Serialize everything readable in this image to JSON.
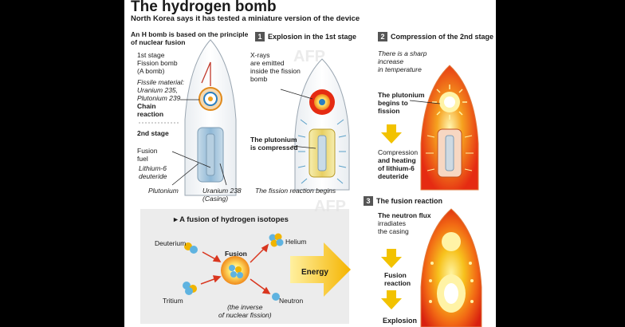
{
  "header": {
    "title": "The hydrogen bomb",
    "subtitle": "North Korea says it has tested a miniature version of the device"
  },
  "intro": {
    "heading_line1": "An H bomb is based on the principle",
    "heading_line2": "of nuclear fusion",
    "stage1_label": "1st stage",
    "fission_line1": "Fission bomb",
    "fission_line2": "(A bomb)",
    "material_line1": "Fissile material:",
    "material_line2": "Uranium 235,",
    "material_line3": "Plutonium 239",
    "chain_line1": "Chain",
    "chain_line2": "reaction",
    "stage2_label": "2nd stage",
    "fuel_line1": "Fusion",
    "fuel_line2": "fuel",
    "lithium_line1": "Lithium-6",
    "lithium_line2": "deuteride",
    "plutonium": "Plutonium",
    "uranium_line1": "Uranium 238",
    "uranium_line2": "(Casing)"
  },
  "step1": {
    "number": "1",
    "title": "Explosion in the 1st stage",
    "xray_line1": "X-rays",
    "xray_line2": "are emitted",
    "xray_line3": "inside the fission",
    "xray_line4": "bomb",
    "plut_line1": "The plutonium",
    "plut_line2": "is compressed",
    "caption": "The fission reaction begins"
  },
  "step2": {
    "number": "2",
    "title": "Compression of the 2nd stage",
    "temp_line1": "There is a sharp",
    "temp_line2": "increase",
    "temp_line3": "in temperature",
    "plut_line1": "The plutonium",
    "plut_line2": "begins to",
    "plut_line3": "fission",
    "comp_line1": "Compression",
    "comp_line2": "and heating",
    "comp_line3": "of lithium-6",
    "comp_line4": "deuteride"
  },
  "step3": {
    "number": "3",
    "title": "The fusion reaction",
    "flux_line1": "The neutron flux",
    "flux_line2": "irradiates",
    "flux_line3": "the casing",
    "fusion_line1": "Fusion",
    "fusion_line2": "reaction",
    "explosion": "Explosion"
  },
  "isotopes": {
    "title": "A fusion of hydrogen isotopes",
    "deuterium": "Deuterium",
    "tritium": "Tritium",
    "fusion": "Fusion",
    "helium": "Helium",
    "neutron": "Neutron",
    "energy": "Energy",
    "inverse_line1": "(the inverse",
    "inverse_line2": "of nuclear fission)"
  },
  "watermark": "AFP",
  "colors": {
    "arrow_yellow": "#f2c200",
    "fire_red": "#e52b12",
    "fire_orange": "#f58a1f",
    "cylinder_blue": "#8fb8d6",
    "panel_grey": "#ececec"
  }
}
